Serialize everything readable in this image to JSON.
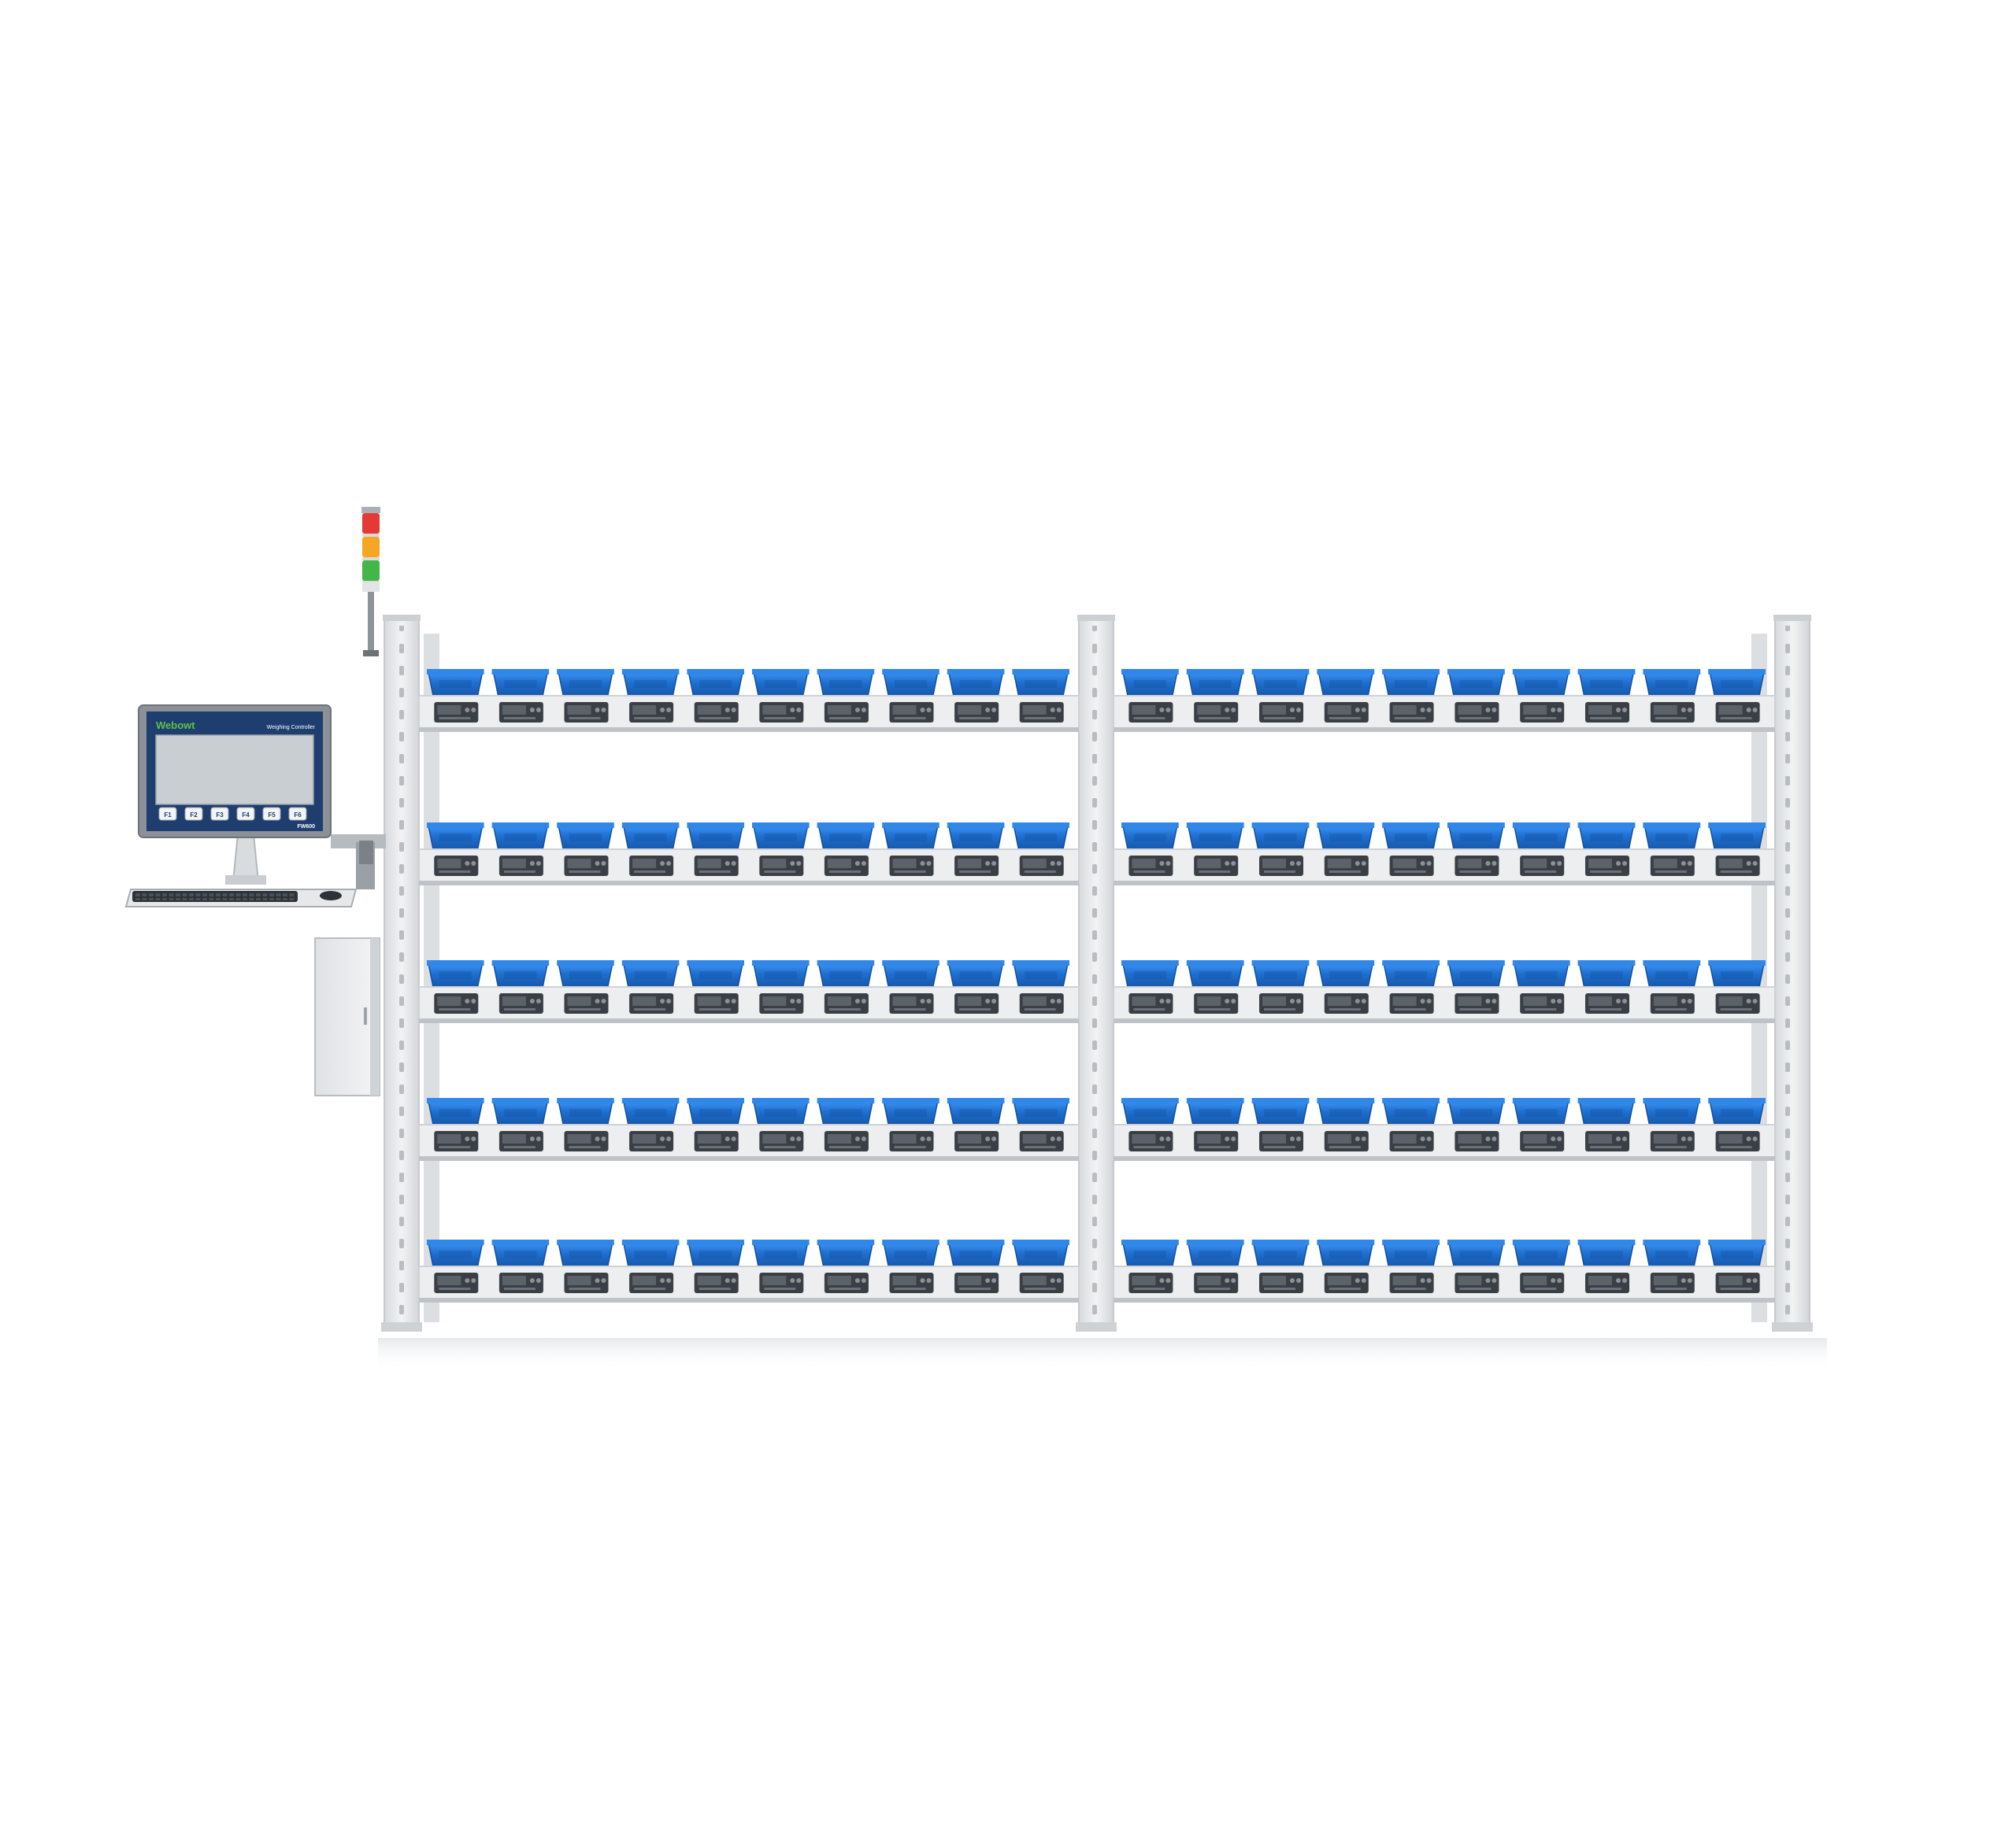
{
  "controller": {
    "brand": "Webowt",
    "subtitle": "Weighing Controller",
    "model": "FW600",
    "keys": [
      "F1",
      "F2",
      "F3",
      "F4",
      "F5",
      "F6"
    ],
    "colors": {
      "frame": "#8c9197",
      "bezel": "#1d3e6e",
      "screen": "#c9ced3",
      "brand_accent": "#5cc24a"
    }
  },
  "signal_tower": {
    "lights": [
      "red",
      "amber",
      "green"
    ],
    "colors": [
      "#e53935",
      "#f5a623",
      "#43b649"
    ]
  },
  "rack": {
    "bays": 2,
    "shelves_per_bay": 5,
    "bins_per_shelf": 10,
    "colors": {
      "upright": "#e4e6e9",
      "upright_edge": "#c7cacd",
      "beam": "#eceef0",
      "bin": "#1e6fd0",
      "bin_light": "#2f87ea",
      "bin_dark": "#134f9e",
      "display": "#3a3f45",
      "display_face": "#5c6269"
    }
  },
  "cabinet": {
    "color": "#e9ebee"
  }
}
